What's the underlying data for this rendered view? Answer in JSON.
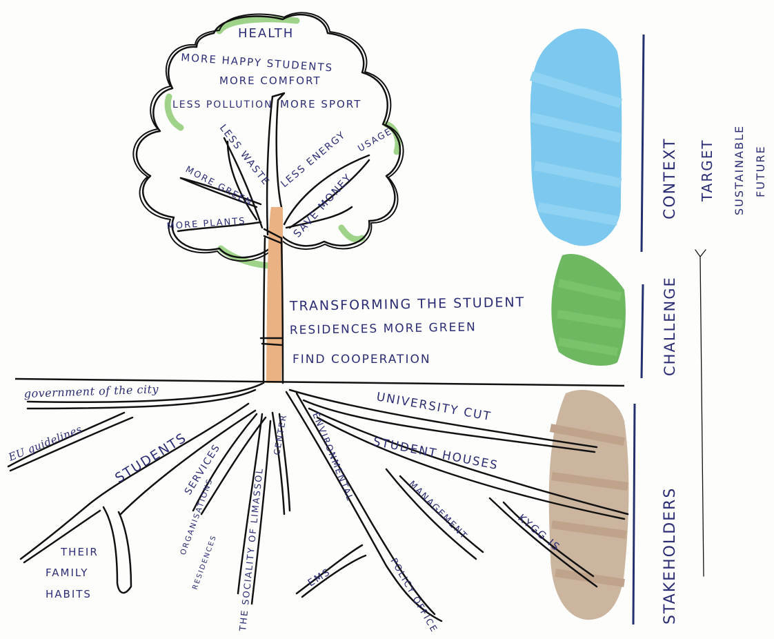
{
  "canopy": {
    "health": "HEALTH",
    "happy": "MORE HAPPY STUDENTS",
    "comfort": "MORE COMFORT",
    "pollution": "LESS POLLUTION",
    "sport": "MORE SPORT",
    "waste": "LESS WASTE",
    "energy": "LESS ENERGY",
    "usage": "USAGE",
    "green": "MORE GREEN",
    "money": "SAVE MONEY",
    "plants": "MORE PLANTS"
  },
  "trunk": {
    "line1": "TRANSFORMING THE STUDENT",
    "line2": "RESIDENCES MORE GREEN",
    "line3": "FIND COOPERATION"
  },
  "roots": {
    "government": "government of the city",
    "eu": "EU guidelines",
    "students": "STUDENTS",
    "services": "SERVICES",
    "organisations": "ORGANISATIONS",
    "residences": "RESIDENCES",
    "sociality": "THE SOCIALITY OF LIMASSOL",
    "center": "CENTER",
    "environmental": "ENVIRONMENTAL",
    "policy": "POLICY OFFICE",
    "ems": "EMS",
    "university": "UNIVERSITY CUT",
    "houses": "STUDENT HOUSES",
    "management": "MANAGEMENT",
    "kykgis": "KYGG IS",
    "their": "THEIR",
    "family": "FAMILY",
    "habits": "HABITS"
  },
  "side": {
    "context": "CONTEXT",
    "challenge": "CHALLENGE",
    "stakeholders": "STAKEHOLDERS",
    "target": "TARGET",
    "sustainable": "SUSTAINABLE",
    "future": "FUTURE"
  },
  "colors": {
    "ink": "#111111",
    "text": "#2b2d74",
    "sky": "#7cc8ee",
    "leaf": "#6fb862",
    "soil": "#c6ad95",
    "trunk": "#eab282",
    "canopy_accent": "#9fd38a",
    "rule": "#23306e"
  }
}
